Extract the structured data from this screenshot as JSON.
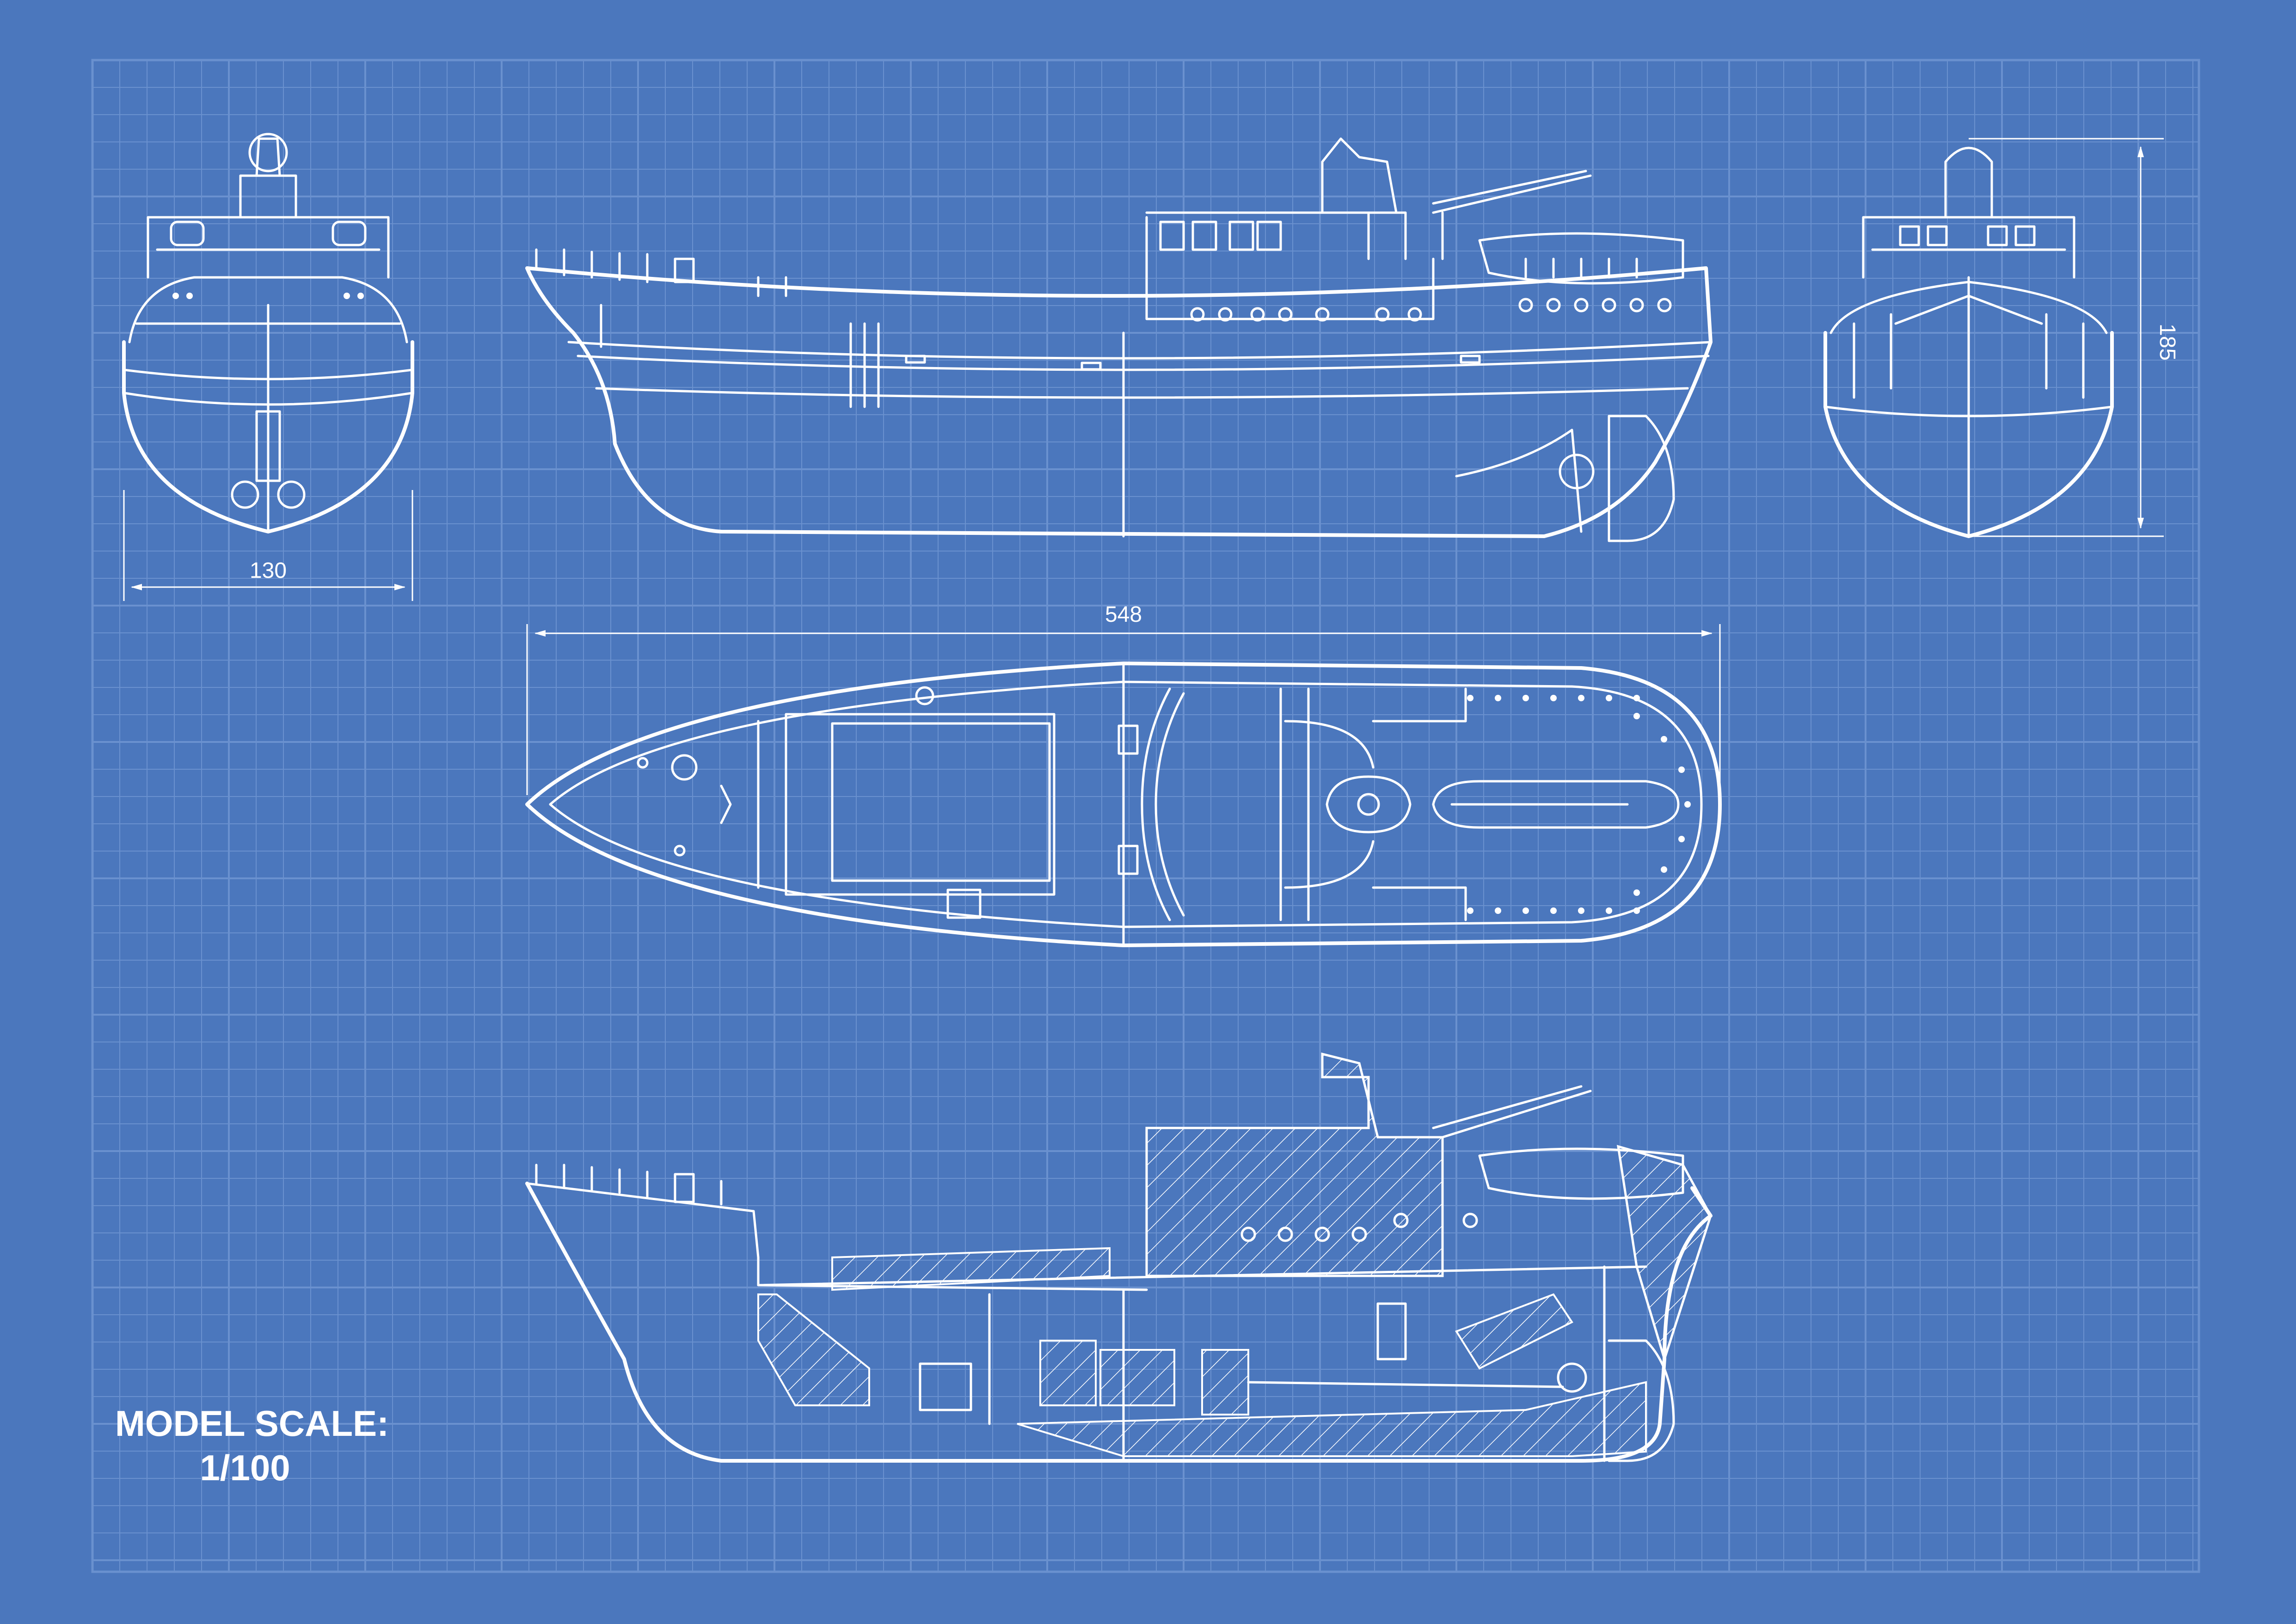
{
  "colors": {
    "background": "#4b77bd",
    "grid": "#6a91cf",
    "lines": "#ffffff"
  },
  "dimensions": {
    "width": "130",
    "length": "548",
    "height": "185"
  },
  "scale": {
    "label": "MODEL SCALE:",
    "value": "1/100"
  },
  "views": [
    "front-view",
    "side-elevation",
    "top-plan",
    "cutaway-section",
    "rear-view"
  ]
}
